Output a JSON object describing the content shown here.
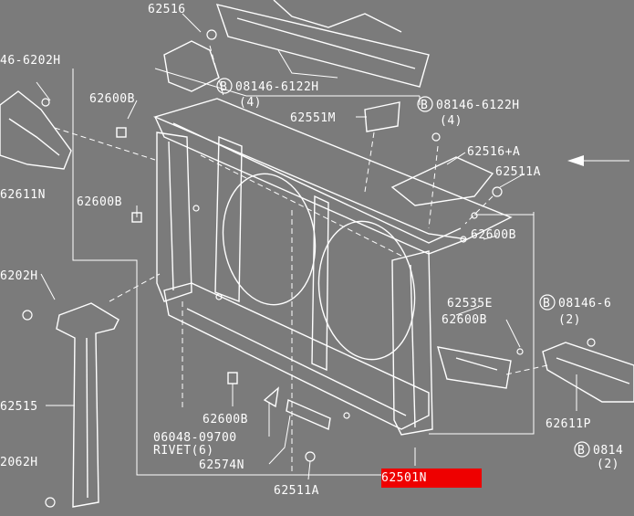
{
  "labels": {
    "l62516": "62516",
    "l6202h_top": "46-6202H",
    "l08146_a": "08146-6122H",
    "l08146_a_qty": "(4)",
    "l62600b_1": "62600B",
    "l62551m": "62551M",
    "l08146_b": "08146-6122H",
    "l08146_b_qty": "(4)",
    "l62516a": "62516+A",
    "l62511a_r": "62511A",
    "l62611n": "62611N",
    "l62600b_2": "62600B",
    "l62600b_3": "62600B",
    "l6202h_mid": "6202H",
    "l62535e": "62535E",
    "l62600b_4": "62600B",
    "l08146_c": "08146-6",
    "l08146_c_qty": "(2)",
    "l62515": "62515",
    "l62600b_5": "62600B",
    "l06048": "06048-09700",
    "l rivet": "RIVET(6)",
    "l62611p": "62611P",
    "l08146_d": "0814",
    "l08146_d_qty": "(2)",
    "l2062h": "2062H",
    "l62574n": "62574N",
    "l62511a_b": "62511A",
    "l62501n": "62501N"
  },
  "circle_marks": {
    "b": "B"
  },
  "colors": {
    "background": "#7b7b7b",
    "linework": "#ffffff",
    "highlight": "#ee0000"
  }
}
